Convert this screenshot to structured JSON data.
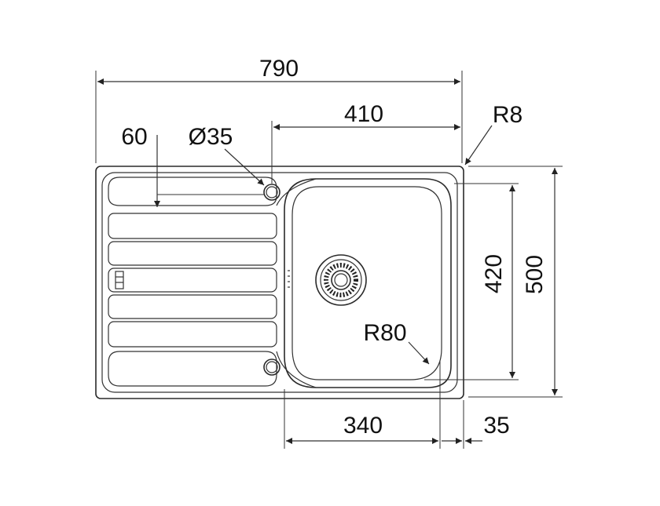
{
  "drawing": {
    "subject": "sink-technical-drawing",
    "line_color": "#2a2a2a",
    "background": "#ffffff",
    "dimensions": {
      "overall_width": "790",
      "bowl_edge_to_right": "410",
      "drainer_offset": "60",
      "tap_hole_diameter": "Ø35",
      "corner_radius_outer": "R8",
      "bowl_height": "420",
      "overall_depth": "500",
      "bowl_corner_radius": "R80",
      "bowl_width": "340",
      "bowl_right_margin": "35"
    }
  }
}
